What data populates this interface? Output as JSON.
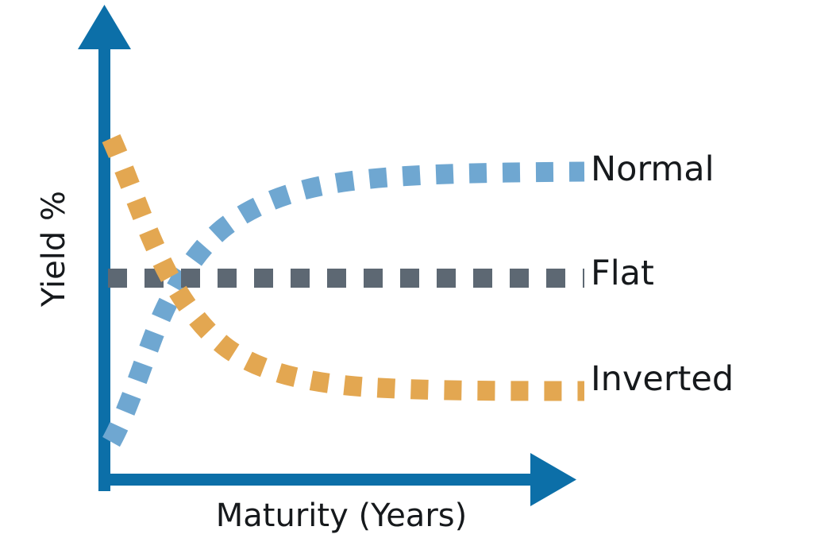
{
  "chart_data": {
    "type": "line",
    "title": "",
    "subtitle": "",
    "xlabel": "Maturity (Years)",
    "ylabel": "Yield %",
    "grid": false,
    "legend_position": "right-inline-end-of-line",
    "axis_style": "arrowed-L-axes",
    "axis_color": "#0C6FA8",
    "xlim": [
      0,
      100
    ],
    "ylim": [
      0,
      100
    ],
    "x": [
      0,
      5,
      10,
      15,
      20,
      25,
      30,
      40,
      50,
      60,
      70,
      80,
      90,
      100
    ],
    "series": [
      {
        "name": "Normal",
        "color": "#6FA7D1",
        "style": "dashed",
        "description": "upward sloping, concave, rises steeply then flattens to a high plateau",
        "values": [
          8,
          26,
          42,
          54,
          63,
          70,
          75,
          82,
          86,
          88,
          89,
          90,
          90,
          90
        ]
      },
      {
        "name": "Flat",
        "color": "#5D6873",
        "style": "dashed",
        "description": "horizontal constant yield across all maturities",
        "values": [
          50,
          50,
          50,
          50,
          50,
          50,
          50,
          50,
          50,
          50,
          50,
          50,
          50,
          50
        ]
      },
      {
        "name": "Inverted",
        "color": "#E3A751",
        "style": "dashed",
        "description": "downward sloping, convex, falls steeply then flattens to a low plateau",
        "values": [
          92,
          74,
          58,
          46,
          37,
          30,
          25,
          18,
          14,
          12,
          11,
          10,
          10,
          10
        ]
      }
    ],
    "annotations": [
      {
        "text": "Normal",
        "series": "Normal",
        "color": "#16191c"
      },
      {
        "text": "Flat",
        "series": "Flat",
        "color": "#16191c"
      },
      {
        "text": "Inverted",
        "series": "Inverted",
        "color": "#16191c"
      }
    ]
  },
  "labels": {
    "normal": "Normal",
    "flat": "Flat",
    "inverted": "Inverted",
    "xaxis": "Maturity (Years)",
    "yaxis": "Yield %"
  },
  "colors": {
    "axis": "#0C6FA8",
    "normal": "#6FA7D1",
    "flat": "#5D6873",
    "inverted": "#E3A751",
    "text": "#16191c",
    "background": "#ffffff"
  }
}
